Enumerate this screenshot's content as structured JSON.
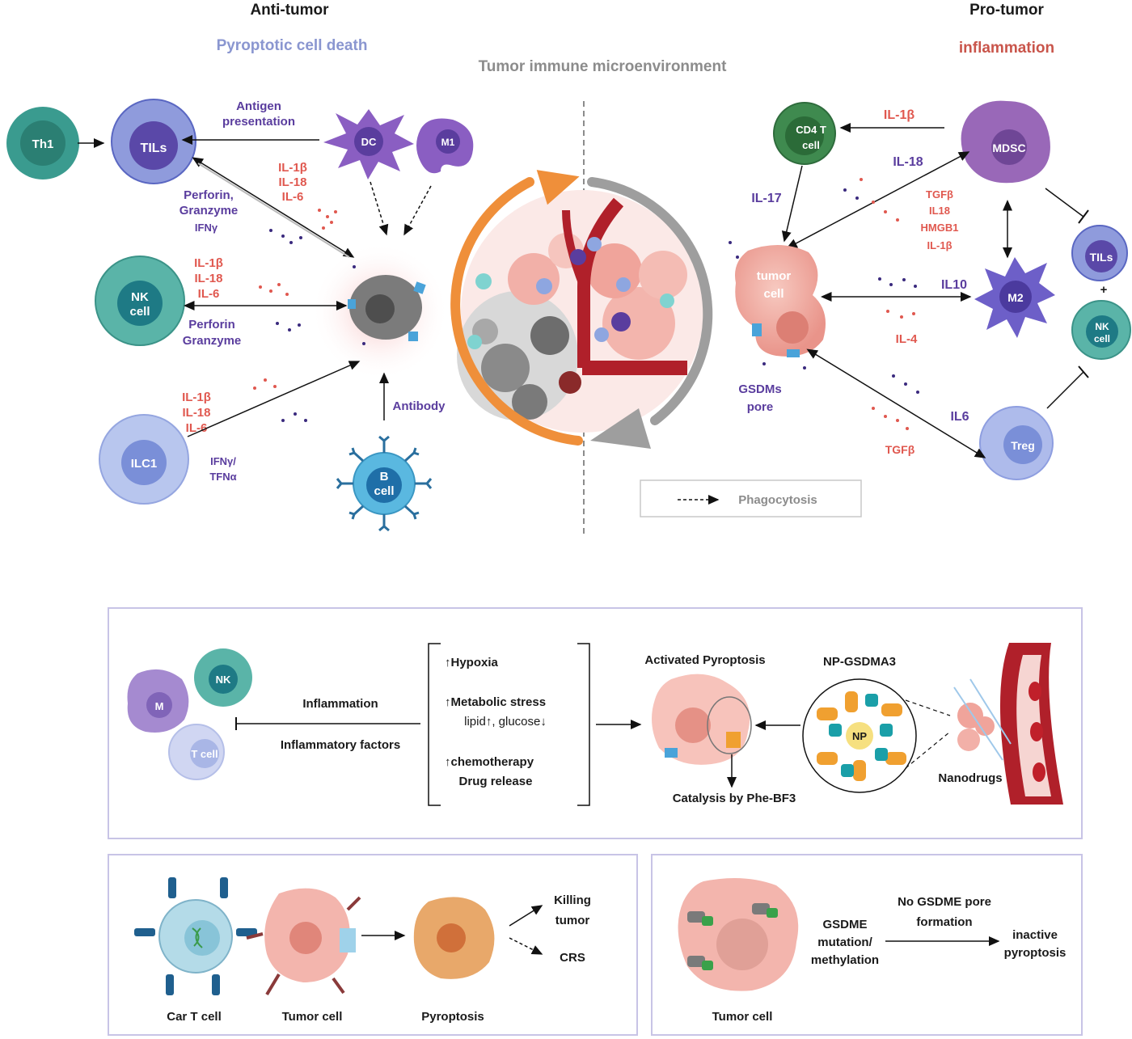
{
  "colors": {
    "purple_text": "#5a3d9e",
    "red_text": "#e0584f",
    "grey_text": "#8c8c8c",
    "title_blue": "#8a96d0",
    "title_red": "#c9554b",
    "box_border": "#c8c4e6",
    "arrow_orange": "#ef8f3a",
    "arrow_grey": "#9e9e9e"
  },
  "top": {
    "anti_tumor": "Anti-tumor",
    "pro_tumor": "Pro-tumor",
    "pyroptotic": "Pyroptotic cell death",
    "inflammation": "inflammation",
    "tme": "Tumor immune microenvironment",
    "cells": {
      "th1": "Th1",
      "tils": "TILs",
      "dc": "DC",
      "m1": "M1",
      "nk_1": "NK",
      "nk_2": "cell",
      "ilc1": "ILC1",
      "b_1": "B",
      "b_2": "cell",
      "cd4_1": "CD4 T",
      "cd4_2": "cell",
      "mdsc": "MDSC",
      "m2": "M2",
      "treg": "Treg",
      "tils_right": "TILs",
      "nk_right_1": "NK",
      "nk_right_2": "cell",
      "plus": "+",
      "tumor_1": "tumor",
      "tumor_2": "cell"
    },
    "labels": {
      "antigen_1": "Antigen",
      "antigen_2": "presentation",
      "il_group_a_1": "IL-1β",
      "il_group_a_2": "IL-18",
      "il_group_a_3": "IL-6",
      "perforin_1": "Perforin,",
      "perforin_2": "Granzyme",
      "perforin_3": "IFNγ",
      "il_group_b_1": "IL-1β",
      "il_group_b_2": "IL-18",
      "il_group_b_3": "IL-6",
      "perforin_b_1": "Perforin",
      "perforin_b_2": "Granzyme",
      "il_group_c_1": "IL-1β",
      "il_group_c_2": "IL-18",
      "il_group_c_3": "IL-6",
      "ifn_1": "IFNγ/",
      "ifn_2": "TFNα",
      "antibody": "Antibody",
      "il1b_right": "IL-1β",
      "il18_right": "IL-18",
      "il17": "IL-17",
      "tgfb_1": "TGFβ",
      "tgfb_2": "IL18",
      "tgfb_3": "HMGB1",
      "tgfb_4": "IL-1β",
      "il10": "IL10",
      "il4": "IL-4",
      "il6": "IL6",
      "tgfb_bottom": "TGFβ",
      "gsdms_1": "GSDMs",
      "gsdms_2": "pore",
      "phagocytosis": "Phagocytosis"
    }
  },
  "middle": {
    "cell_m": "M",
    "cell_nk": "NK",
    "cell_t": "T cell",
    "inflammation": "Inflammation",
    "inflammatory_factors": "Inflammatory factors",
    "hypoxia": "↑Hypoxia",
    "metabolic": "↑Metabolic stress",
    "lipid": "lipid↑, glucose↓",
    "chemo": "↑chemotherapy",
    "drug_release": "Drug release",
    "activated": "Activated Pyroptosis",
    "catalysis": "Catalysis by Phe-BF3",
    "np_title": "NP-GSDMA3",
    "np": "NP",
    "nanodrugs": "Nanodrugs"
  },
  "bottom_left": {
    "car_t": "Car T cell",
    "tumor_cell": "Tumor  cell",
    "pyroptosis": "Pyroptosis",
    "killing_1": "Killing",
    "killing_2": "tumor",
    "crs": "CRS"
  },
  "bottom_right": {
    "tumor_cell": "Tumor  cell",
    "gsdme_1": "GSDME",
    "gsdme_2": "mutation/",
    "gsdme_3": "methylation",
    "no_pore_1": "No GSDME pore",
    "no_pore_2": "formation",
    "inactive_1": "inactive",
    "inactive_2": "pyroptosis"
  }
}
